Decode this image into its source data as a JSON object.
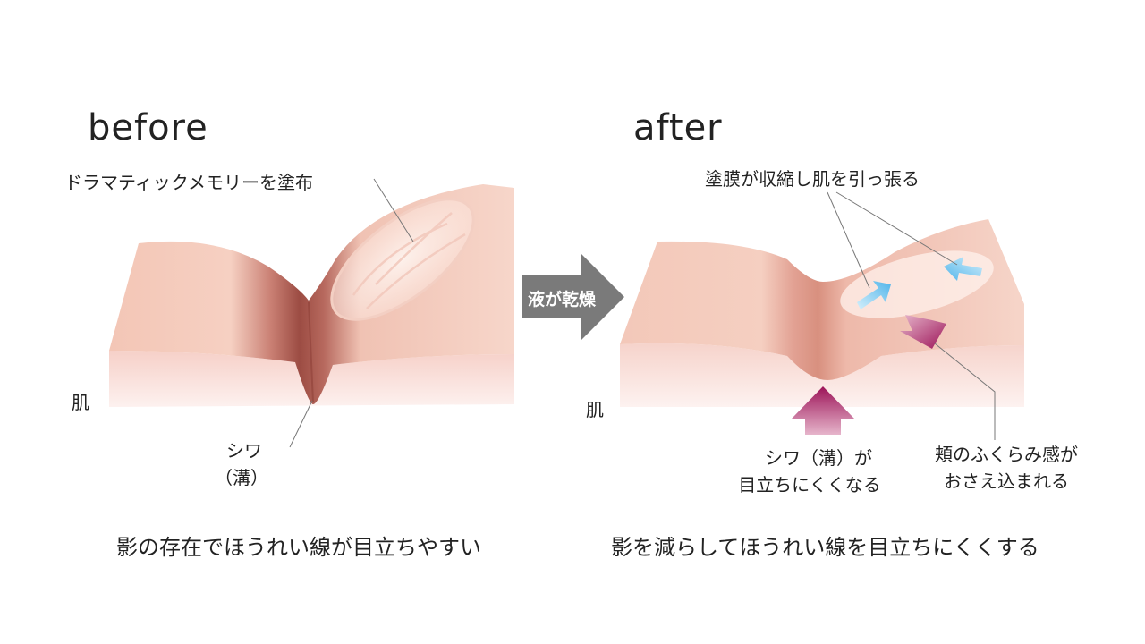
{
  "before": {
    "heading": "before",
    "coating_label": "ドラマティックメモリーを塗布",
    "skin_label": "肌",
    "wrinkle_label_line1": "シワ",
    "wrinkle_label_line2": "（溝）",
    "caption": "影の存在でほうれい線が目立ちやすい"
  },
  "transition": {
    "label": "液が乾燥"
  },
  "after": {
    "heading": "after",
    "film_label": "塗膜が収縮し肌を引っ張る",
    "skin_label": "肌",
    "wrinkle_label_line1": "シワ（溝）が",
    "wrinkle_label_line2": "目立ちにくくなる",
    "cheek_label_line1": "頬のふくらみ感が",
    "cheek_label_line2": "おさえ込まれる",
    "caption": "影を減らしてほうれい線を目立ちにくくする"
  },
  "colors": {
    "skin_top": "#f6d2c4",
    "skin_side": "#fbe7e3",
    "wrinkle_shadow": "#a8574d",
    "push_arrow": "#9e1a5e",
    "pull_arrow": "#6ec6f0",
    "transition_arrow": "#7a7a7a",
    "coating": "#fff4ee"
  },
  "icons": {
    "transition_arrow": "right-arrow-icon",
    "push_arrow": "up-arrow-icon",
    "pull_arrow": "inward-arrow-icon"
  }
}
